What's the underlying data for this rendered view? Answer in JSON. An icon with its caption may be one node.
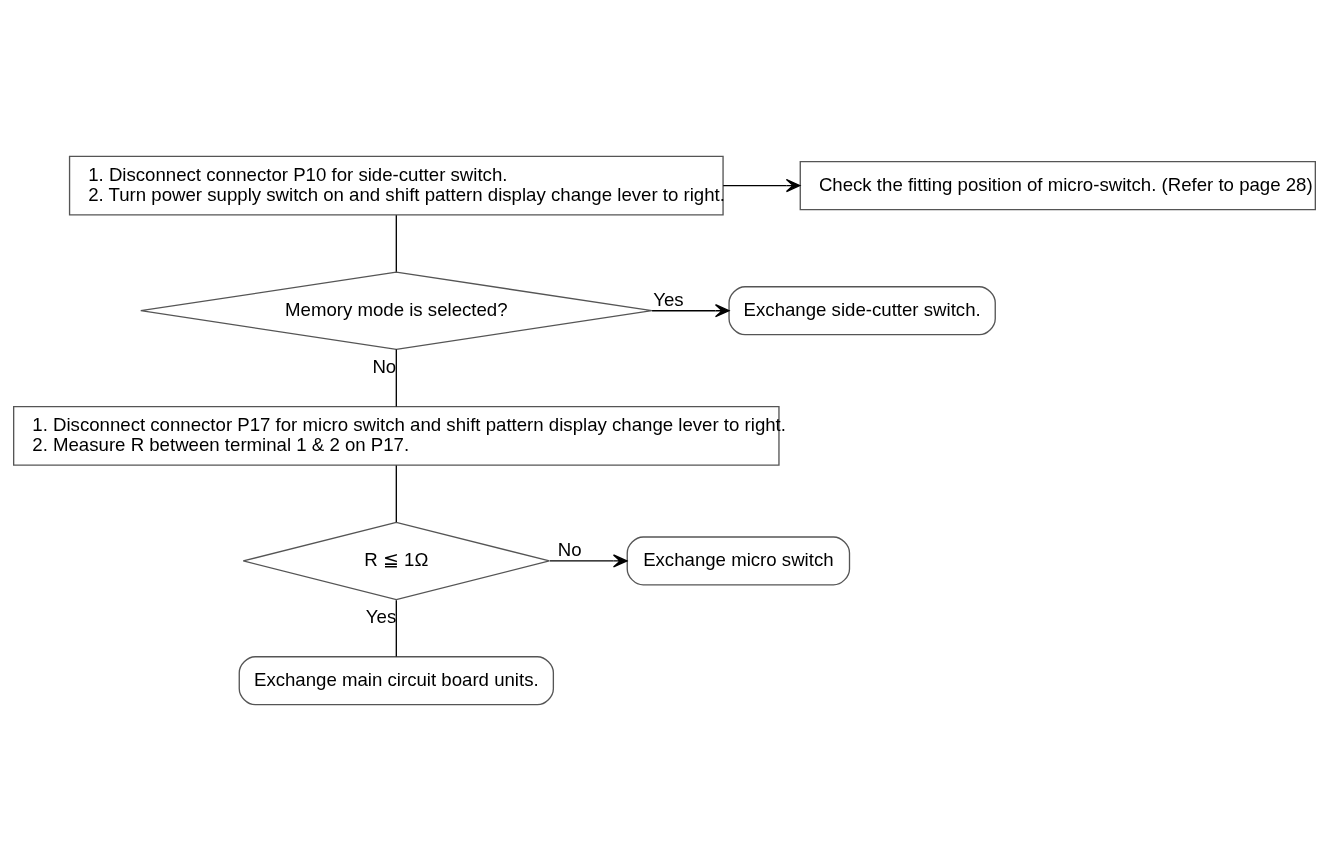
{
  "diagram": {
    "nodes": [
      {
        "text": [
          "1. Disconnect connector P10 for side-cutter switch.",
          "2. Turn power supply switch on and shift pattern display change lever to right."
        ]
      },
      {
        "text": [
          "Check the fitting position of micro-switch. (Refer to page 28)"
        ]
      },
      {
        "text": [
          "Memory mode is selected?"
        ]
      },
      {
        "text": [
          "Exchange side-cutter switch."
        ]
      },
      {
        "text": [
          "1. Disconnect connector P17 for micro switch and shift pattern display change lever to right.",
          "2. Measure R between terminal 1 & 2 on P17."
        ]
      },
      {
        "text": [
          "R ≦ 1Ω"
        ]
      },
      {
        "text": [
          "Exchange micro switch"
        ]
      },
      {
        "text": [
          "Exchange main circuit board units."
        ]
      }
    ],
    "edges": [
      {
        "from": 0,
        "to": 1,
        "arrow": "to"
      },
      {
        "from": 0,
        "to": 2,
        "arrow": "none"
      },
      {
        "from": 2,
        "to": 3,
        "arrow": "to",
        "label": "Yes"
      },
      {
        "from": 2,
        "to": 4,
        "arrow": "none",
        "label": "No"
      },
      {
        "from": 4,
        "to": 5,
        "arrow": "none"
      },
      {
        "from": 5,
        "to": 6,
        "arrow": "to",
        "label": "No"
      },
      {
        "from": 5,
        "to": 7,
        "arrow": "none",
        "label": "Yes"
      }
    ]
  }
}
